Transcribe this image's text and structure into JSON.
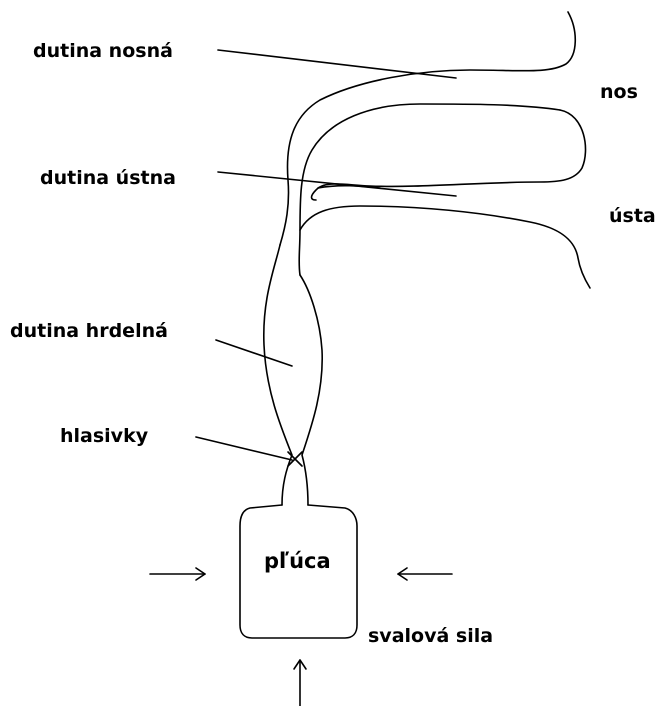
{
  "colors": {
    "ink": "#000000",
    "background": "#ffffff"
  },
  "labels": {
    "nasal_cavity": "dutina nosná",
    "oral_cavity": "dutina ústna",
    "pharynx": "dutina hrdelná",
    "vocal_cords": "hlasivky",
    "nose": "nos",
    "mouth": "ústa",
    "lungs": "pľúca",
    "muscle_force": "svalová sila"
  }
}
